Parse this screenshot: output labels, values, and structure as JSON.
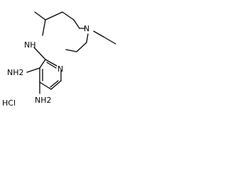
{
  "molecule": {
    "labels": {
      "tertiary_amine": "N",
      "secondary_amine": "NH",
      "ring_nitrogen": "N",
      "amine_3": "NH2",
      "amine_4": "NH2",
      "salt": "HCl"
    }
  },
  "colors": {
    "bond": "#000000",
    "text": "#000000",
    "background": "#ffffff"
  }
}
